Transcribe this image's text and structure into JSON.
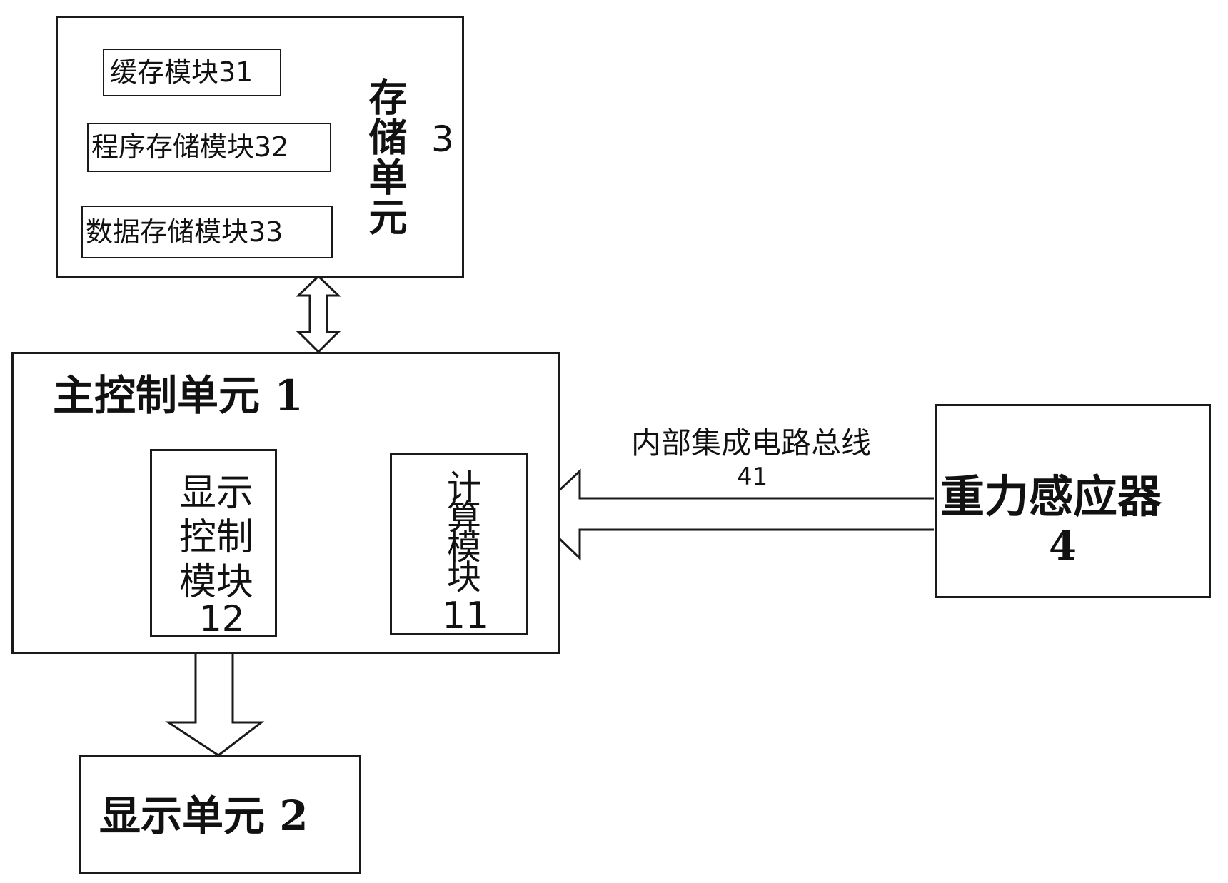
{
  "storage_unit": {
    "title": "存储单元",
    "number": "3",
    "modules": [
      {
        "label": "缓存模块31"
      },
      {
        "label": "程序存储模块32"
      },
      {
        "label": "数据存储模块33"
      }
    ]
  },
  "main_control_unit": {
    "title": "主控制单元 1",
    "display_control_module": {
      "label": "显示控制模块",
      "number": "12"
    },
    "compute_module": {
      "label": "计算模块",
      "number": "11"
    }
  },
  "bus": {
    "label": "内部集成电路总线",
    "number": "41"
  },
  "gravity_sensor": {
    "label": "重力感应器",
    "number": "4"
  },
  "display_unit": {
    "label": "显示单元 2"
  }
}
